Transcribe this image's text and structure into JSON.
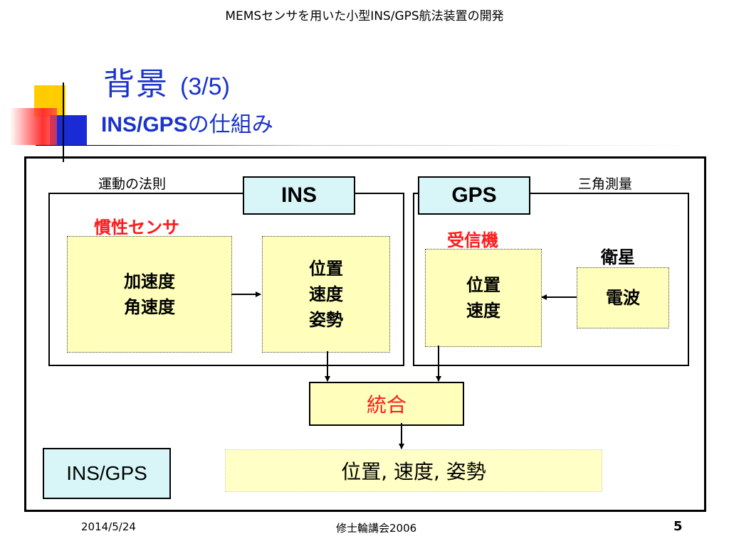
{
  "header": {
    "title": "MEMSセンサを用いた小型INS/GPS航法装置の開発"
  },
  "slide": {
    "title": "背景",
    "title_number": "(3/5)",
    "subtitle_bold": "INS/GPS",
    "subtitle_rest": "の仕組み"
  },
  "diagram": {
    "ins": {
      "label": "INS",
      "note": "運動の法則",
      "sensor_heading": "慣性センサ",
      "sensor_lines": [
        "加速度",
        "角速度"
      ],
      "output_lines": [
        "位置",
        "速度",
        "姿勢"
      ]
    },
    "gps": {
      "label": "GPS",
      "note": "三角測量",
      "receiver_heading": "受信機",
      "receiver_lines": [
        "位置",
        "速度"
      ],
      "satellite_heading": "衛星",
      "satellite_box": "電波"
    },
    "integration": "統合",
    "result_label": "INS/GPS",
    "result_text": "位置, 速度, 姿勢"
  },
  "footer": {
    "date": "2014/5/24",
    "event": "修士輪講会2006",
    "page": "5"
  },
  "colors": {
    "title_blue": "#1a33cc",
    "accent_red": "#ff1a1a",
    "box_yellow": "#ffffbb",
    "label_cyan": "#d8f6f8",
    "square_yellow": "#ffcc00",
    "square_blue": "#1a2bd6",
    "square_red": "#ff3030"
  }
}
